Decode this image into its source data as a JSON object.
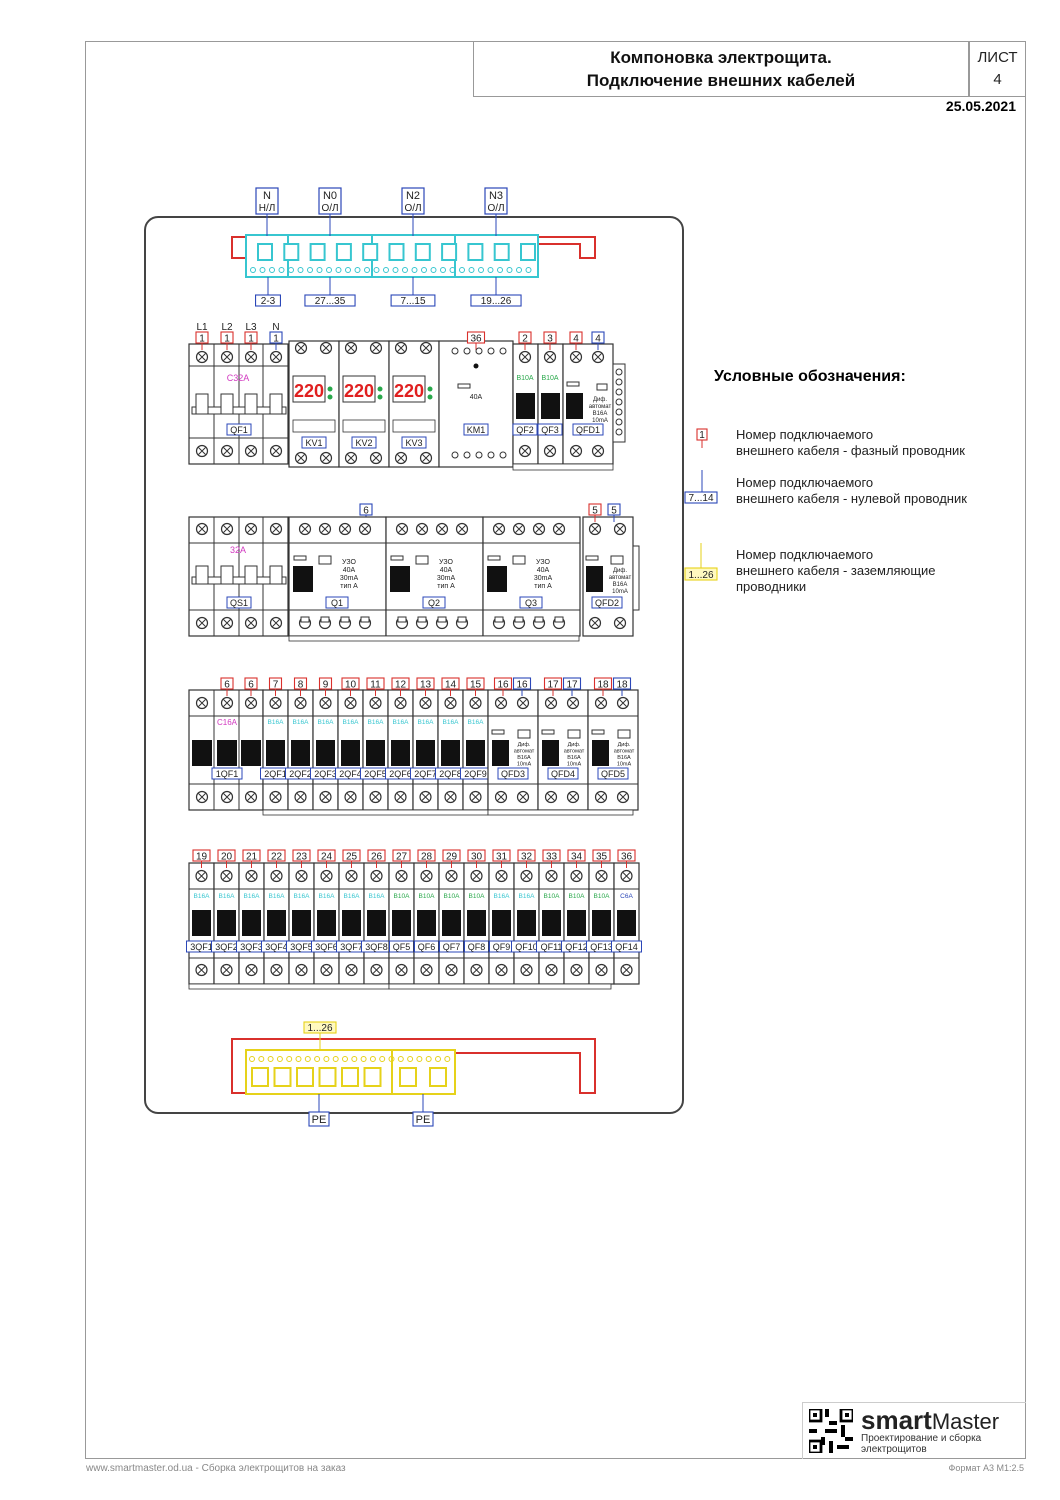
{
  "header": {
    "title_line1": "Компоновка электрощита.",
    "title_line2": "Подключение внешних кабелей",
    "sheet_label": "ЛИСТ",
    "sheet_number": "4",
    "date": "25.05.2021"
  },
  "legend": {
    "title": "Условные обозначения:",
    "phase_marker": "1",
    "phase_text_1": "Номер подключаемого",
    "phase_text_2": "внешнего кабеля - фазный проводник",
    "neutral_marker": "7...14",
    "neutral_text_1": "Номер подключаемого",
    "neutral_text_2": "внешнего кабеля - нулевой проводник",
    "ground_marker": "1...26",
    "ground_text_1": "Номер подключаемого",
    "ground_text_2": "внешнего кабеля - заземляющие",
    "ground_text_3": "проводники"
  },
  "neutral_bus": {
    "top_labels": [
      {
        "a": "N",
        "b": "Н/Л"
      },
      {
        "a": "N0",
        "b": "О/Л"
      },
      {
        "a": "N2",
        "b": "О/Л"
      },
      {
        "a": "N3",
        "b": "О/Л"
      }
    ],
    "bottom_labels": [
      "2-3",
      "27...35",
      "7...15",
      "19...26"
    ]
  },
  "row1": {
    "line_labels": [
      "L1",
      "L2",
      "L3",
      "N"
    ],
    "line_markers": [
      "1",
      "1",
      "1",
      "1"
    ],
    "main_rating": "C32A",
    "main_name": "QF1",
    "relays": [
      {
        "display": "220",
        "name": "KV1"
      },
      {
        "display": "220",
        "name": "KV2"
      },
      {
        "display": "220",
        "name": "KV3"
      }
    ],
    "contactor_marker": "36",
    "contactor_rating": "40A",
    "contactor_name": "KM1",
    "breakers": [
      {
        "marker": "2",
        "rating": "B10A",
        "name": "QF2"
      },
      {
        "marker": "3",
        "rating": "B10A",
        "name": "QF3"
      }
    ],
    "rcbo_markers": [
      "4",
      "4"
    ],
    "rcbo_name": "QFD1",
    "rcbo_text": [
      "Диф.",
      "автомат",
      "B16A",
      "10mA"
    ]
  },
  "row2": {
    "main_rating": "32A",
    "main_name": "QS1",
    "rcd_marker": "6",
    "rcds": [
      {
        "name": "Q1"
      },
      {
        "name": "Q2"
      },
      {
        "name": "Q3"
      }
    ],
    "rcd_text": [
      "УЗО",
      "40A",
      "30mA",
      "тип A"
    ],
    "rcbo_markers": [
      "5",
      "5"
    ],
    "rcbo_name": "QFD2",
    "rcbo_text": [
      "Диф.",
      "автомат",
      "B16A",
      "10mA"
    ]
  },
  "row3": {
    "c16_markers": [
      "6",
      "6"
    ],
    "c16_rating": "C16A",
    "c16_name": "1QF1",
    "breakers": [
      {
        "marker": "7",
        "name": "2QF1"
      },
      {
        "marker": "8",
        "name": "2QF2"
      },
      {
        "marker": "9",
        "name": "2QF3"
      },
      {
        "marker": "10",
        "name": "2QF4"
      },
      {
        "marker": "11",
        "name": "2QF5"
      },
      {
        "marker": "12",
        "name": "2QF6"
      },
      {
        "marker": "13",
        "name": "2QF7"
      },
      {
        "marker": "14",
        "name": "2QF8"
      },
      {
        "marker": "15",
        "name": "2QF9"
      }
    ],
    "breaker_rating": "B16A",
    "rcbos": [
      {
        "marker": "16",
        "name": "QFD3"
      },
      {
        "marker": "17",
        "name": "QFD4"
      },
      {
        "marker": "18",
        "name": "QFD5"
      }
    ],
    "rcbo_text": [
      "Диф.",
      "автомат",
      "B16A",
      "10mA"
    ]
  },
  "row4": {
    "breakers": [
      {
        "marker": "19",
        "rating": "B16A",
        "name": "3QF1"
      },
      {
        "marker": "20",
        "rating": "B16A",
        "name": "3QF2"
      },
      {
        "marker": "21",
        "rating": "B16A",
        "name": "3QF3"
      },
      {
        "marker": "22",
        "rating": "B16A",
        "name": "3QF4"
      },
      {
        "marker": "23",
        "rating": "B16A",
        "name": "3QF5"
      },
      {
        "marker": "24",
        "rating": "B16A",
        "name": "3QF6"
      },
      {
        "marker": "25",
        "rating": "B16A",
        "name": "3QF7"
      },
      {
        "marker": "26",
        "rating": "B16A",
        "name": "3QF8"
      },
      {
        "marker": "27",
        "rating": "B10A",
        "name": "QF5"
      },
      {
        "marker": "28",
        "rating": "B10A",
        "name": "QF6"
      },
      {
        "marker": "29",
        "rating": "B10A",
        "name": "QF7"
      },
      {
        "marker": "30",
        "rating": "B10A",
        "name": "QF8"
      },
      {
        "marker": "31",
        "rating": "B16A",
        "name": "QF9"
      },
      {
        "marker": "32",
        "rating": "B16A",
        "name": "QF10"
      },
      {
        "marker": "33",
        "rating": "B10A",
        "name": "QF11"
      },
      {
        "marker": "34",
        "rating": "B10A",
        "name": "QF12"
      },
      {
        "marker": "35",
        "rating": "B10A",
        "name": "QF13"
      },
      {
        "marker": "36",
        "rating": "C6A",
        "name": "QF14"
      }
    ]
  },
  "pe_bus": {
    "top_label": "1...26",
    "bottom_labels": [
      "PE",
      "PE"
    ]
  },
  "footer": {
    "left": "www.smartmaster.od.ua  - Сборка электрощитов на заказ",
    "right": "Формат А3   М1:2.5"
  },
  "logo": {
    "name_bold": "smart",
    "name_light": "Master",
    "sub_1": "Проектирование и сборка",
    "sub_2": "электрощитов"
  },
  "colors": {
    "phase": "#d9302c",
    "neutral": "#2b47b8",
    "ground": "#e6d21a",
    "neutral_bus": "#37c6d0",
    "rating_cyan": "#37c6d0",
    "rating_green": "#28a84a",
    "rating_magenta": "#d238c0",
    "relay_display": "#e02020"
  }
}
